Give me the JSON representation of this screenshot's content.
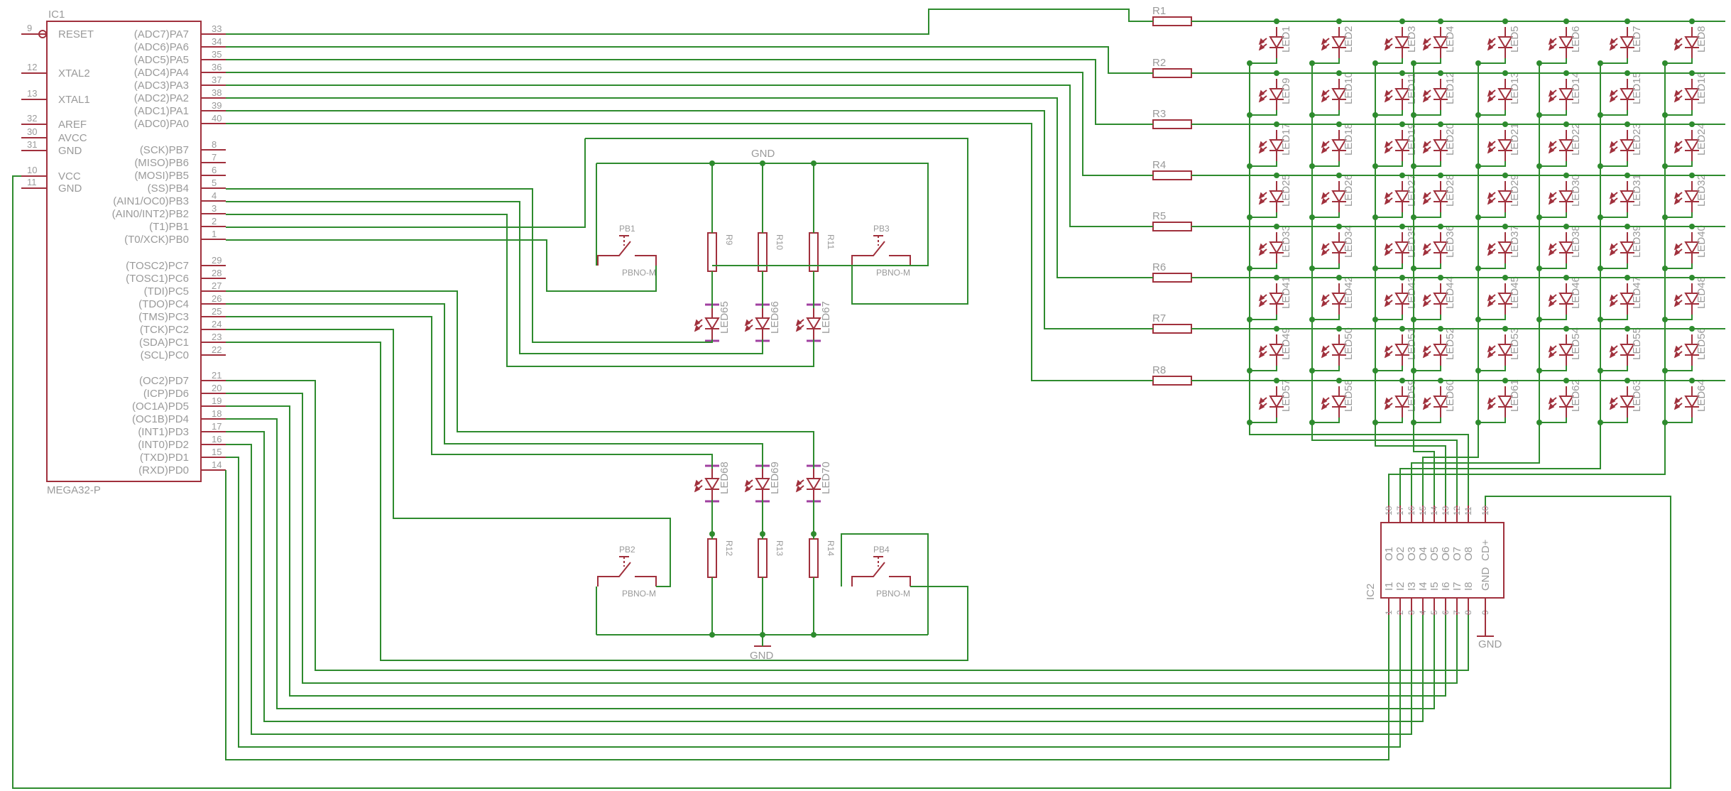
{
  "ic1": {
    "name": "IC1",
    "value": "MEGA32-P",
    "left_pins": [
      {
        "num": "9",
        "name": "RESET"
      },
      {
        "num": "12",
        "name": "XTAL2"
      },
      {
        "num": "13",
        "name": "XTAL1"
      },
      {
        "num": "32",
        "name": "AREF"
      },
      {
        "num": "30",
        "name": "AVCC"
      },
      {
        "num": "31",
        "name": "GND"
      },
      {
        "num": "10",
        "name": "VCC"
      },
      {
        "num": "11",
        "name": "GND"
      }
    ],
    "right_pins": [
      {
        "num": "33",
        "name": "(ADC7)PA7"
      },
      {
        "num": "34",
        "name": "(ADC6)PA6"
      },
      {
        "num": "35",
        "name": "(ADC5)PA5"
      },
      {
        "num": "36",
        "name": "(ADC4)PA4"
      },
      {
        "num": "37",
        "name": "(ADC3)PA3"
      },
      {
        "num": "38",
        "name": "(ADC2)PA2"
      },
      {
        "num": "39",
        "name": "(ADC1)PA1"
      },
      {
        "num": "40",
        "name": "(ADC0)PA0"
      },
      {
        "num": "8",
        "name": "(SCK)PB7"
      },
      {
        "num": "7",
        "name": "(MISO)PB6"
      },
      {
        "num": "6",
        "name": "(MOSI)PB5"
      },
      {
        "num": "5",
        "name": "(SS)PB4"
      },
      {
        "num": "4",
        "name": "(AIN1/OC0)PB3"
      },
      {
        "num": "3",
        "name": "(AIN0/INT2)PB2"
      },
      {
        "num": "2",
        "name": "(T1)PB1"
      },
      {
        "num": "1",
        "name": "(T0/XCK)PB0"
      },
      {
        "num": "29",
        "name": "(TOSC2)PC7"
      },
      {
        "num": "28",
        "name": "(TOSC1)PC6"
      },
      {
        "num": "27",
        "name": "(TDI)PC5"
      },
      {
        "num": "26",
        "name": "(TDO)PC4"
      },
      {
        "num": "25",
        "name": "(TMS)PC3"
      },
      {
        "num": "24",
        "name": "(TCK)PC2"
      },
      {
        "num": "23",
        "name": "(SDA)PC1"
      },
      {
        "num": "22",
        "name": "(SCL)PC0"
      },
      {
        "num": "21",
        "name": "(OC2)PD7"
      },
      {
        "num": "20",
        "name": "(ICP)PD6"
      },
      {
        "num": "19",
        "name": "(OC1A)PD5"
      },
      {
        "num": "18",
        "name": "(OC1B)PD4"
      },
      {
        "num": "17",
        "name": "(INT1)PD3"
      },
      {
        "num": "16",
        "name": "(INT0)PD2"
      },
      {
        "num": "15",
        "name": "(TXD)PD1"
      },
      {
        "num": "14",
        "name": "(RXD)PD0"
      }
    ]
  },
  "ic2": {
    "name": "IC2",
    "top_pins": [
      {
        "num": "18",
        "name": "O1"
      },
      {
        "num": "17",
        "name": "O2"
      },
      {
        "num": "16",
        "name": "O3"
      },
      {
        "num": "15",
        "name": "O4"
      },
      {
        "num": "14",
        "name": "O5"
      },
      {
        "num": "13",
        "name": "O6"
      },
      {
        "num": "12",
        "name": "O7"
      },
      {
        "num": "11",
        "name": "O8"
      },
      {
        "num": "10",
        "name": "CD+"
      }
    ],
    "bottom_pins": [
      {
        "num": "1",
        "name": "I1"
      },
      {
        "num": "2",
        "name": "I2"
      },
      {
        "num": "3",
        "name": "I3"
      },
      {
        "num": "4",
        "name": "I4"
      },
      {
        "num": "5",
        "name": "I5"
      },
      {
        "num": "6",
        "name": "I6"
      },
      {
        "num": "7",
        "name": "I7"
      },
      {
        "num": "8",
        "name": "I8"
      },
      {
        "num": "9",
        "name": "GND"
      }
    ]
  },
  "row_resistors": [
    "R1",
    "R2",
    "R3",
    "R4",
    "R5",
    "R6",
    "R7",
    "R8"
  ],
  "matrix_leds": [
    [
      "LED1",
      "LED2",
      "LED3",
      "LED4",
      "LED5",
      "LED6",
      "LED7",
      "LED8"
    ],
    [
      "LED9",
      "LED10",
      "LED11",
      "LED12",
      "LED13",
      "LED14",
      "LED15",
      "LED16"
    ],
    [
      "LED17",
      "LED18",
      "LED19",
      "LED20",
      "LED21",
      "LED22",
      "LED23",
      "LED24"
    ],
    [
      "LED25",
      "LED26",
      "LED27",
      "LED28",
      "LED29",
      "LED30",
      "LED31",
      "LED32"
    ],
    [
      "LED33",
      "LED34",
      "LED35",
      "LED36",
      "LED37",
      "LED38",
      "LED39",
      "LED40"
    ],
    [
      "LED41",
      "LED42",
      "LED43",
      "LED44",
      "LED45",
      "LED46",
      "LED47",
      "LED48"
    ],
    [
      "LED49",
      "LED50",
      "LED51",
      "LED52",
      "LED53",
      "LED54",
      "LED55",
      "LED56"
    ],
    [
      "LED57",
      "LED58",
      "LED59",
      "LED60",
      "LED61",
      "LED62",
      "LED63",
      "LED64"
    ]
  ],
  "upper_group": {
    "gnd": "GND",
    "resistors": [
      "R9",
      "R10",
      "R11"
    ],
    "leds": [
      "LED65",
      "LED66",
      "LED67"
    ],
    "buttons": [
      "PB1",
      "PB3"
    ],
    "button_value": "PBNO-M"
  },
  "lower_group": {
    "gnd": "GND",
    "resistors": [
      "R12",
      "R13",
      "R14"
    ],
    "leds": [
      "LED68",
      "LED69",
      "LED70"
    ],
    "buttons": [
      "PB2",
      "PB4"
    ],
    "button_value": "PBNO-M"
  },
  "ic2_gnd": "GND",
  "colors": {
    "wire": "#2e8b2e",
    "symbol": "#a0303c",
    "text": "#9a9a9a",
    "pin_marker": "#a040a0",
    "background": "#ffffff"
  }
}
